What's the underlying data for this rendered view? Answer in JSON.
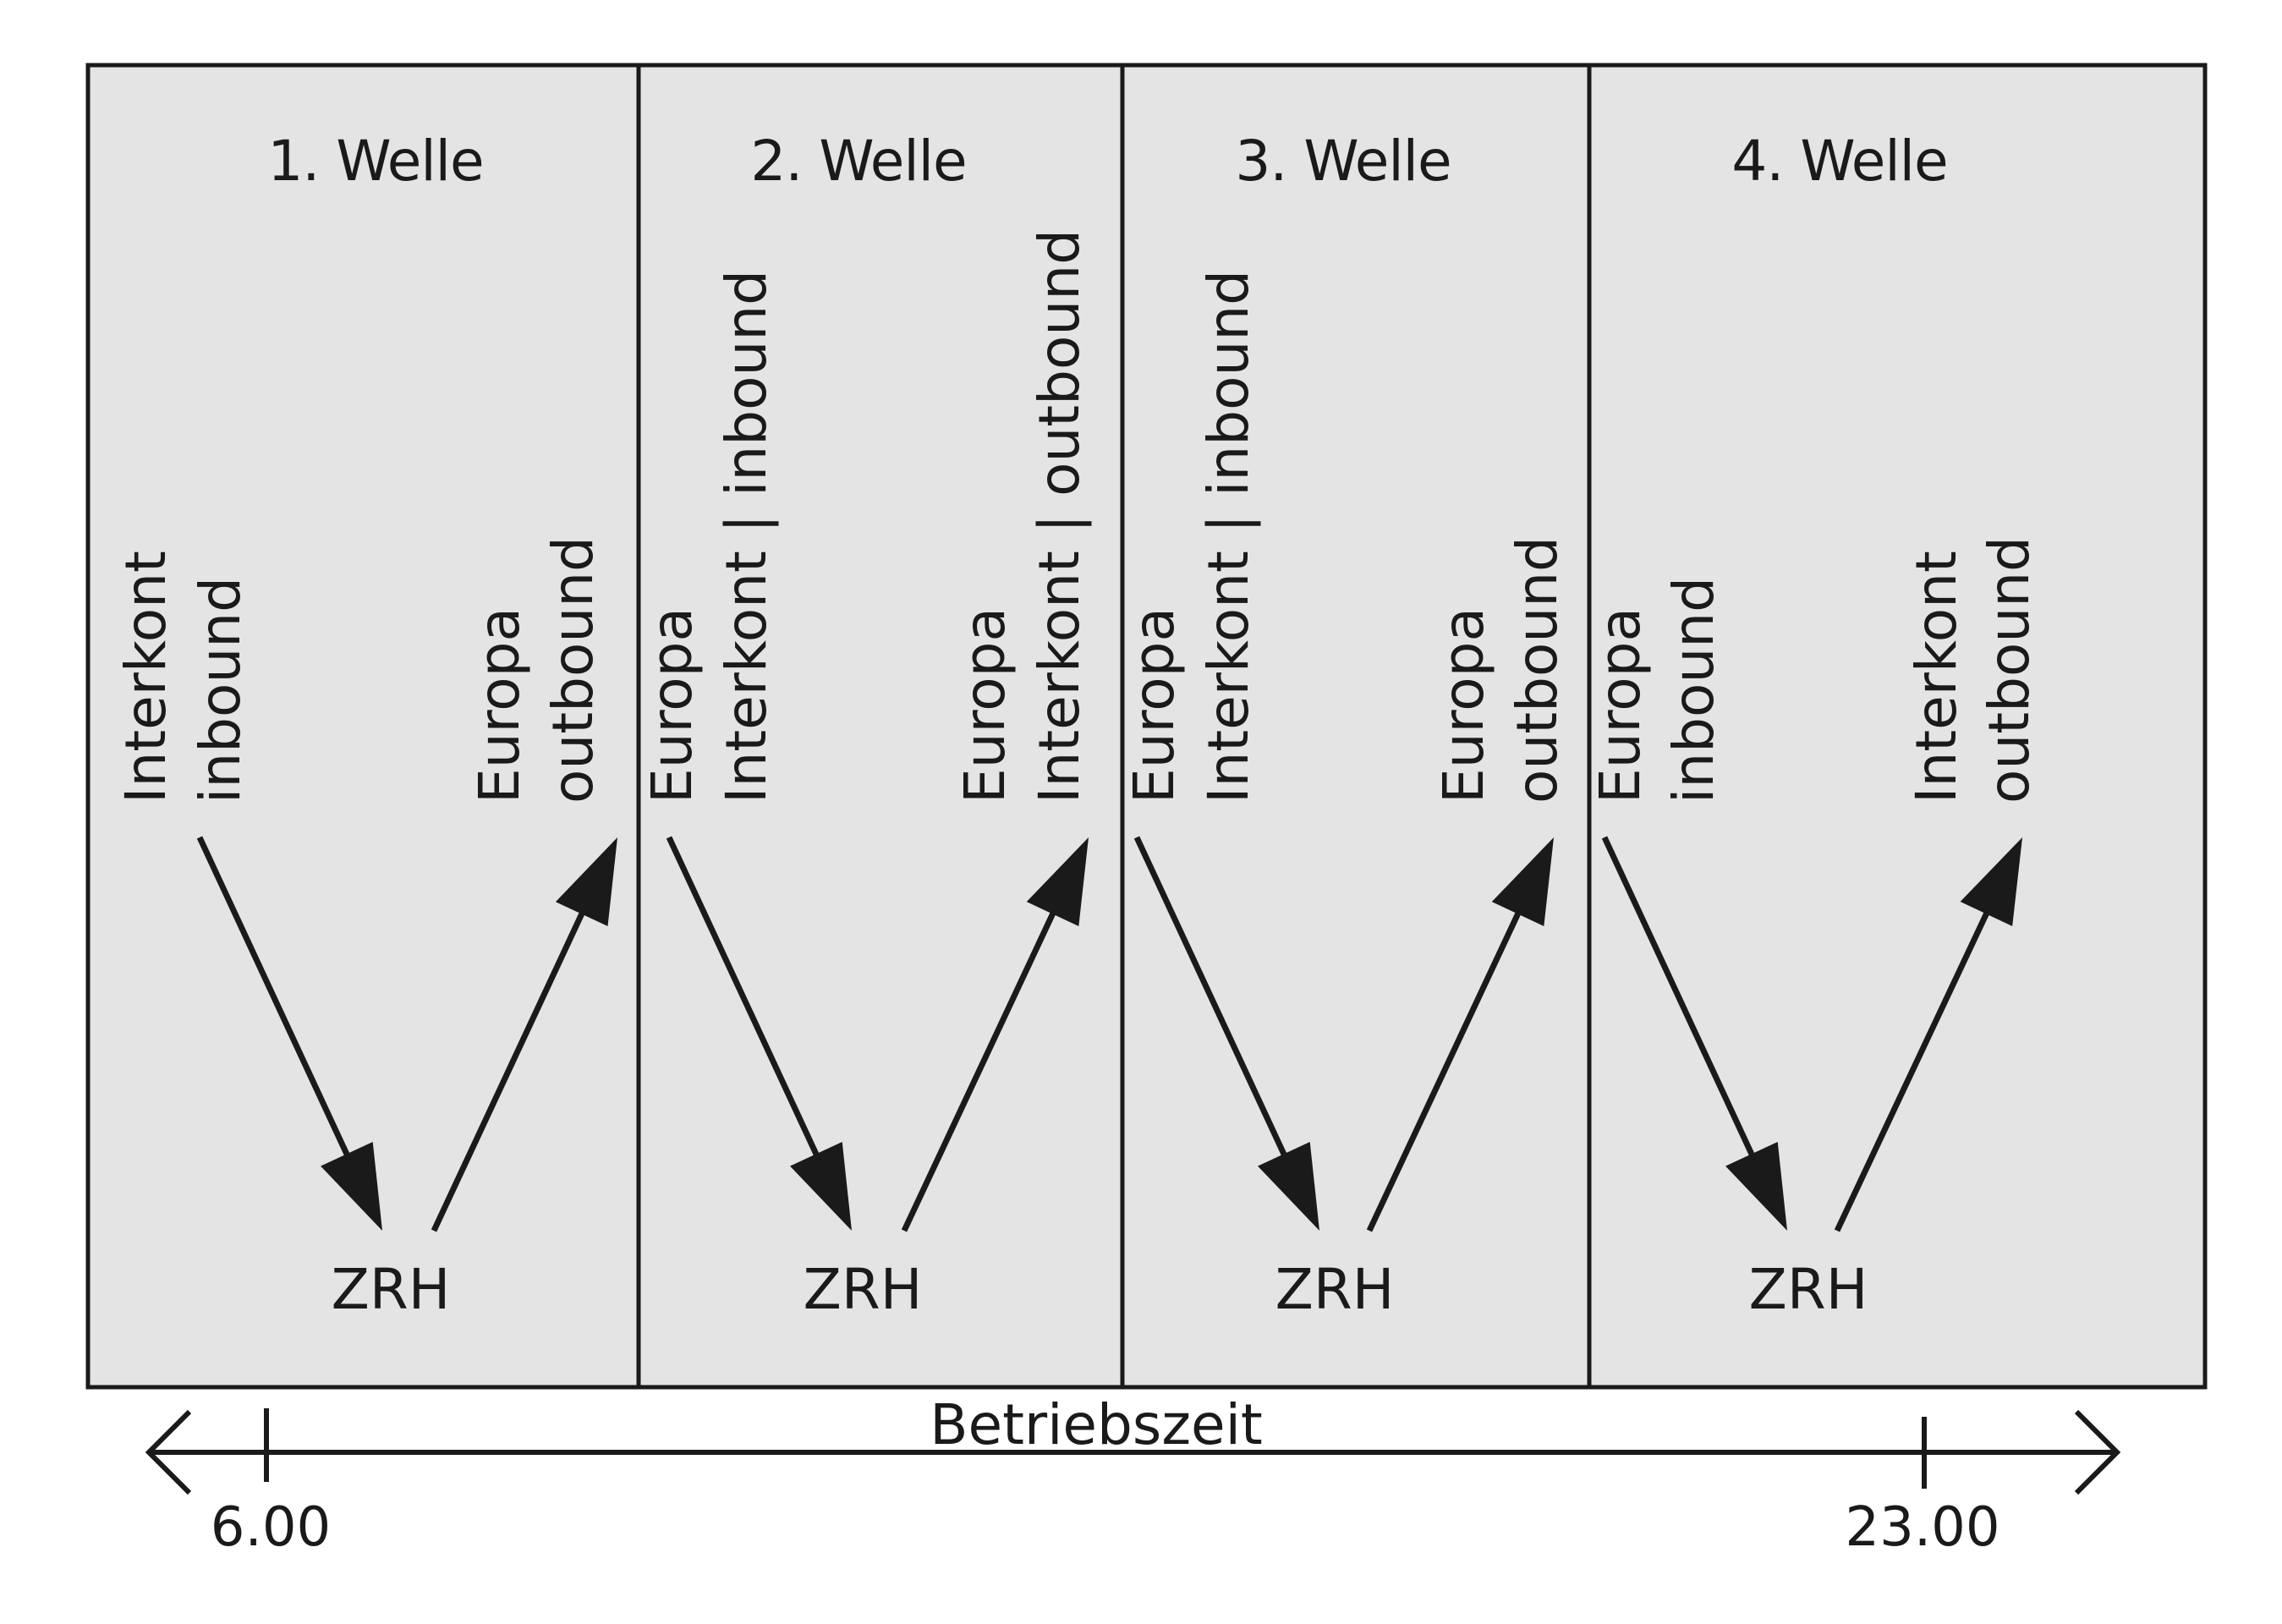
{
  "waves": [
    {
      "title": "1. Welle",
      "inbound": [
        "Interkont",
        "inbound"
      ],
      "outbound": [
        "Europa",
        "outbound"
      ],
      "hub": "ZRH"
    },
    {
      "title": "2. Welle",
      "inbound": [
        "Europa",
        "Interkont | inbound"
      ],
      "outbound": [
        "Europa",
        "Interkont | outbound"
      ],
      "hub": "ZRH"
    },
    {
      "title": "3. Welle",
      "inbound": [
        "Europa",
        "Interkont | inbound"
      ],
      "outbound": [
        "Europa",
        "outbound"
      ],
      "hub": "ZRH"
    },
    {
      "title": "4. Welle",
      "inbound": [
        "Europa",
        "inbound"
      ],
      "outbound": [
        "Interkont",
        "outbound"
      ],
      "hub": "ZRH"
    }
  ],
  "timeline": {
    "label": "Betriebszeit",
    "start": "6.00",
    "end": "23.00"
  },
  "colors": {
    "panel": "#e4e4e4",
    "ink": "#1a1a1a"
  }
}
